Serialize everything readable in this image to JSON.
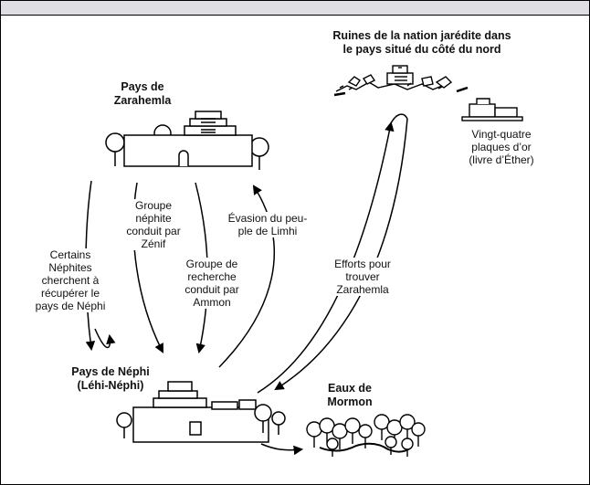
{
  "places": {
    "zarahemla": "Pays de\nZarahemla",
    "nephi": "Pays de Néphi\n(Léhi-Néphi)",
    "jaredite": "Ruines de la nation jarédite dans\nle pays situé du côté du nord",
    "mormon": "Eaux de\nMormon"
  },
  "items": {
    "plates": "Vingt-quatre\nplaques d’or\n(livre d’Éther)"
  },
  "journeys": {
    "reclaim": "Certains\nNéphites\ncherchent à\nrécupérer le\npays de Néphi",
    "zeniff": "Groupe\nnéphite\nconduit par\nZénif",
    "ammon": "Groupe de\nrecherche\nconduit par\nAmmon",
    "limhi": "Évasion du peu-\nple de Limhi",
    "search": "Efforts pour\ntrouver\nZarahemla"
  },
  "colors": {
    "line": "#000000",
    "frame_bar": "#dfdfe3"
  }
}
